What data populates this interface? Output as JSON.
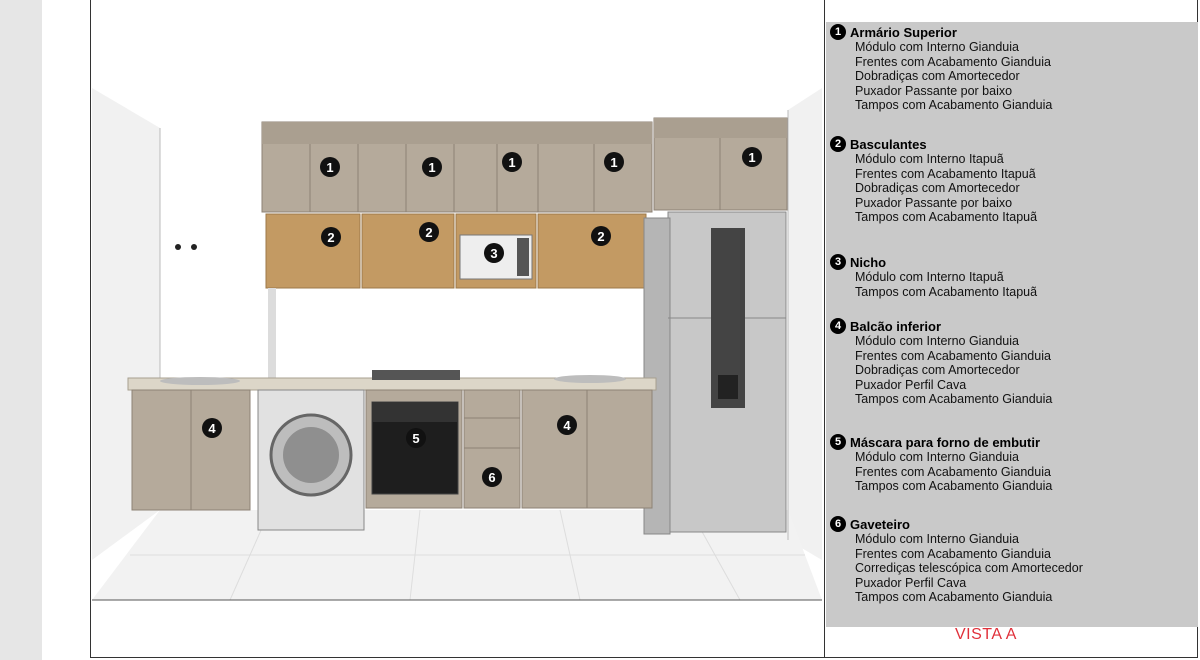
{
  "caption": "VISTA A",
  "markers": [
    "1",
    "1",
    "1",
    "1",
    "1",
    "2",
    "2",
    "2",
    "3",
    "4",
    "4",
    "5",
    "6"
  ],
  "legend": [
    {
      "num": "1",
      "title": "Armário Superior",
      "lines": [
        "Módulo com Interno Gianduia",
        "Frentes com Acabamento Gianduia",
        "Dobradiças com Amortecedor",
        "Puxador Passante por baixo",
        "Tampos com Acabamento Gianduia"
      ]
    },
    {
      "num": "2",
      "title": "Basculantes",
      "lines": [
        "Módulo com Interno Itapuã",
        "Frentes com Acabamento Itapuã",
        "Dobradiças com Amortecedor",
        "Puxador Passante por baixo",
        "Tampos com Acabamento Itapuã"
      ]
    },
    {
      "num": "3",
      "title": "Nicho",
      "lines": [
        "Módulo com Interno Itapuã",
        "Tampos com Acabamento Itapuã"
      ]
    },
    {
      "num": "4",
      "title": "Balcão inferior",
      "lines": [
        "Módulo com Interno Gianduia",
        "Frentes com Acabamento Gianduia",
        "Dobradiças com Amortecedor",
        "Puxador Perfil Cava",
        "Tampos com Acabamento Gianduia"
      ]
    },
    {
      "num": "5",
      "title": "Máscara para forno de embutir",
      "lines": [
        "Módulo com Interno Gianduia",
        "Frentes com Acabamento Gianduia",
        "Tampos com Acabamento Gianduia"
      ]
    },
    {
      "num": "6",
      "title": "Gaveteiro",
      "lines": [
        "Módulo com Interno Gianduia",
        "Frentes com Acabamento Gianduia",
        "Corrediças telescópica com Amortecedor",
        "Puxador Perfil Cava",
        "Tampos com Acabamento Gianduia"
      ]
    }
  ],
  "colors": {
    "gianduia": "#b5aa9b",
    "itapua": "#c39a63",
    "caption": "#e0303a",
    "legend_bg": "#c9c9c9"
  }
}
